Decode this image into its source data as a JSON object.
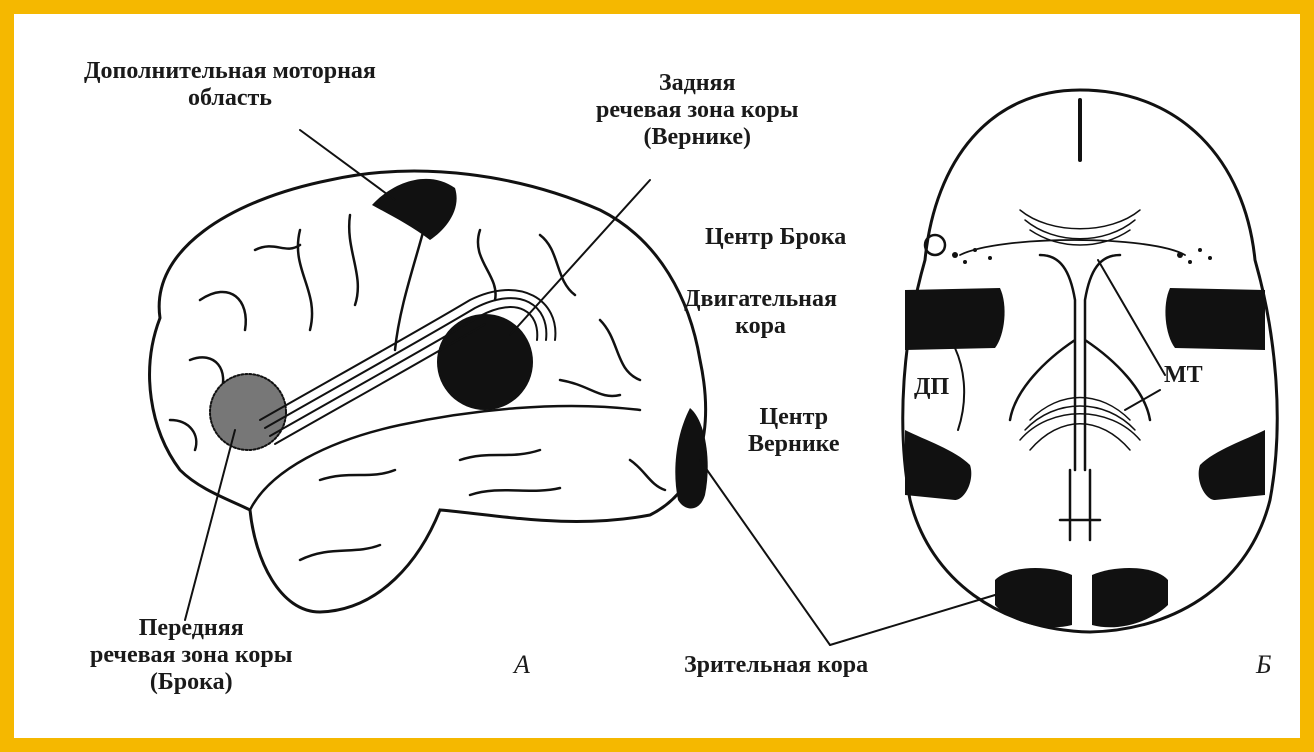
{
  "colors": {
    "frame": "#f5b800",
    "ink": "#111111",
    "background": "#ffffff"
  },
  "panel_a": {
    "letter": "А",
    "labels": {
      "supplementary_motor": [
        "Дополнительная моторная",
        "область"
      ],
      "posterior_speech": [
        "Задняя",
        "речевая зона коры",
        "(Вернике)"
      ],
      "anterior_speech": [
        "Передняя",
        "речевая зона коры",
        "(Брока)"
      ]
    }
  },
  "panel_b": {
    "letter": "Б",
    "labels": {
      "broca_center": "Центр Брока",
      "motor_cortex": [
        "Двигательная",
        "кора"
      ],
      "dp": "ДП",
      "wernicke_center": [
        "Центр",
        "Вернике"
      ],
      "mt": "МТ"
    }
  },
  "shared": {
    "visual_cortex": "Зрительная кора"
  }
}
